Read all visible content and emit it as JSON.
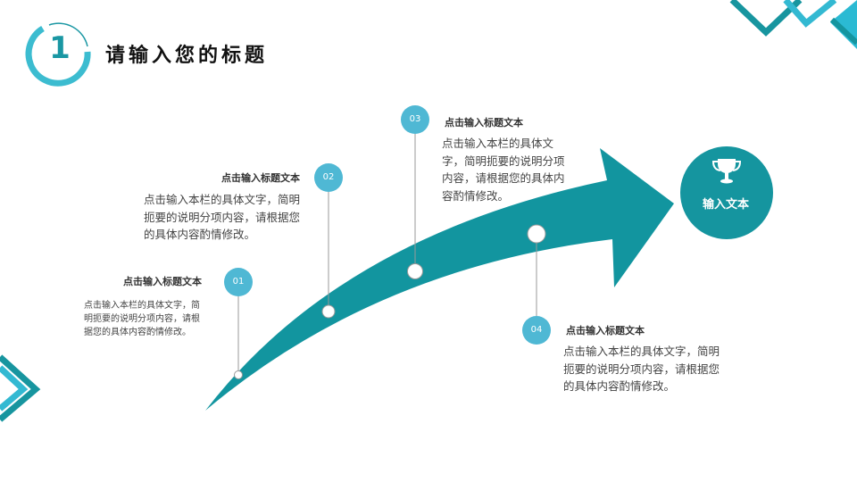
{
  "header": {
    "number": "1",
    "title": "请输入您的标题"
  },
  "steps": [
    {
      "badge": "01",
      "heading": "点击输入标题文本",
      "body": "点击输入本栏的具体文字，简明扼要的说明分项内容，请根据您的具体内容酌情修改。"
    },
    {
      "badge": "02",
      "heading": "点击输入标题文本",
      "body": "点击输入本栏的具体文字，简明扼要的说明分项内容，请根据您的具体内容酌情修改。"
    },
    {
      "badge": "03",
      "heading": "点击输入标题文本",
      "body": "点击输入本栏的具体文字，简明扼要的说明分项内容，请根据您的具体内容酌情修改。"
    },
    {
      "badge": "04",
      "heading": "点击输入标题文本",
      "body": "点击输入本栏的具体文字，简明扼要的说明分项内容，请根据您的具体内容酌情修改。"
    }
  ],
  "goal": {
    "icon": "trophy-icon",
    "label": "输入文本"
  },
  "colors": {
    "teal": "#15959f",
    "light": "#4fb8d4",
    "cyan": "#2bbad3"
  }
}
